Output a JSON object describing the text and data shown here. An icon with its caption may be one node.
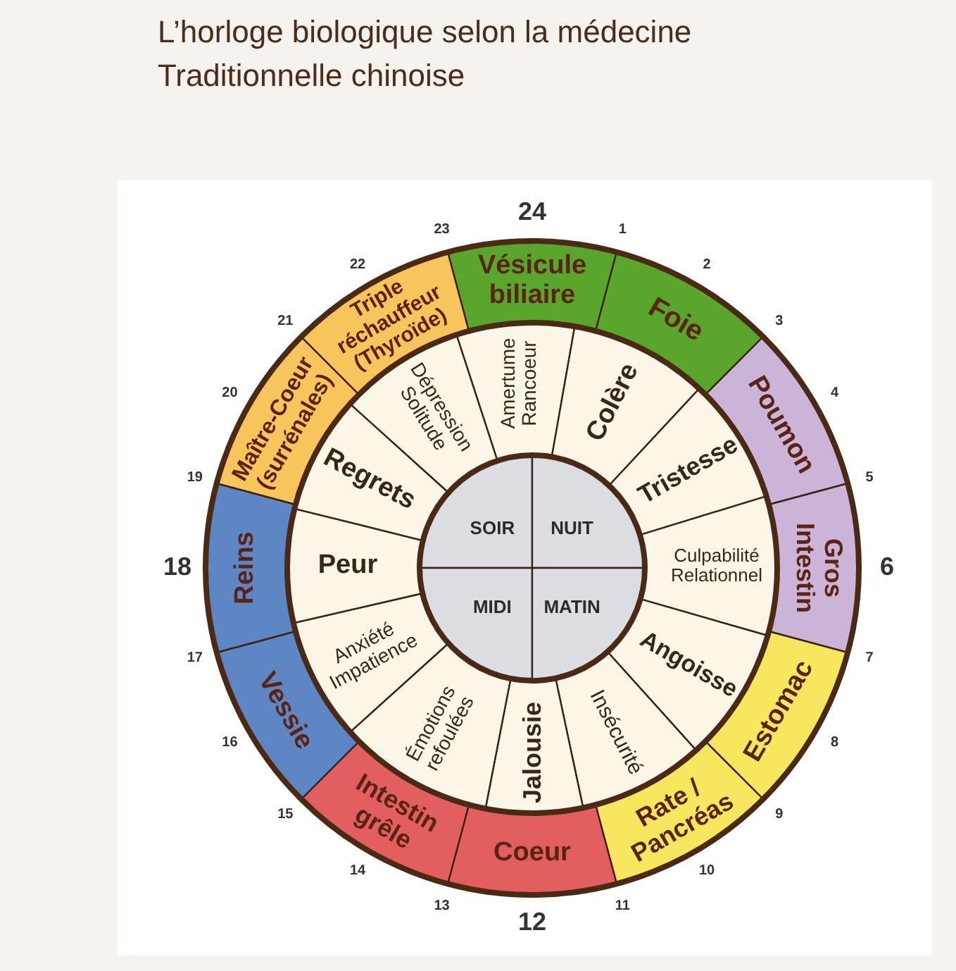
{
  "diagram": {
    "title": "L’horloge biologique selon la médecine Traditionnelle chinoise",
    "nodes": [
      {
        "text": [
          "Vésicule biliaire"
        ]
      },
      {
        "text": [
          "Foie"
        ]
      },
      {
        "text": [
          "Poumon"
        ]
      },
      {
        "text": [
          "Gros Intestin"
        ]
      },
      {
        "text": [
          "Estomac"
        ]
      },
      {
        "text": [
          "Rate / Pancréas"
        ]
      },
      {
        "text": [
          "Coeur"
        ]
      },
      {
        "text": [
          "Intestin grêle"
        ]
      },
      {
        "text": [
          "Vessie"
        ]
      },
      {
        "text": [
          "Reins"
        ]
      },
      {
        "text": [
          "Maître-Coeur (surrénales)"
        ]
      },
      {
        "text": [
          "Triple réchauffeur (Thyroïde)"
        ]
      },
      {
        "text": [
          "Amertume",
          "Rancoeur"
        ]
      },
      {
        "text": [
          "Colère"
        ]
      },
      {
        "text": [
          "Tristesse"
        ]
      },
      {
        "text": [
          "Culpabilité",
          "Relationnel"
        ]
      },
      {
        "text": [
          "Angoisse"
        ]
      },
      {
        "text": [
          "Insécurité"
        ]
      },
      {
        "text": [
          "Jalousie"
        ]
      },
      {
        "text": [
          "Émotions refoulées"
        ]
      },
      {
        "text": [
          "Anxiété",
          "Impatience"
        ]
      },
      {
        "text": [
          "Peur"
        ]
      },
      {
        "text": [
          "Regrets"
        ]
      },
      {
        "text": [
          "Dépression",
          "Solitude"
        ]
      },
      {
        "text": [
          "SOIR"
        ]
      },
      {
        "text": [
          "NUIT"
        ]
      },
      {
        "text": [
          "MIDI"
        ]
      },
      {
        "text": [
          "MATIN"
        ]
      }
    ],
    "labels": [
      "24",
      "1",
      "2",
      "3",
      "4",
      "5",
      "6",
      "7",
      "8",
      "9",
      "10",
      "11",
      "12",
      "13",
      "14",
      "15",
      "16",
      "17",
      "18",
      "19",
      "20",
      "21",
      "22",
      "23"
    ]
  }
}
